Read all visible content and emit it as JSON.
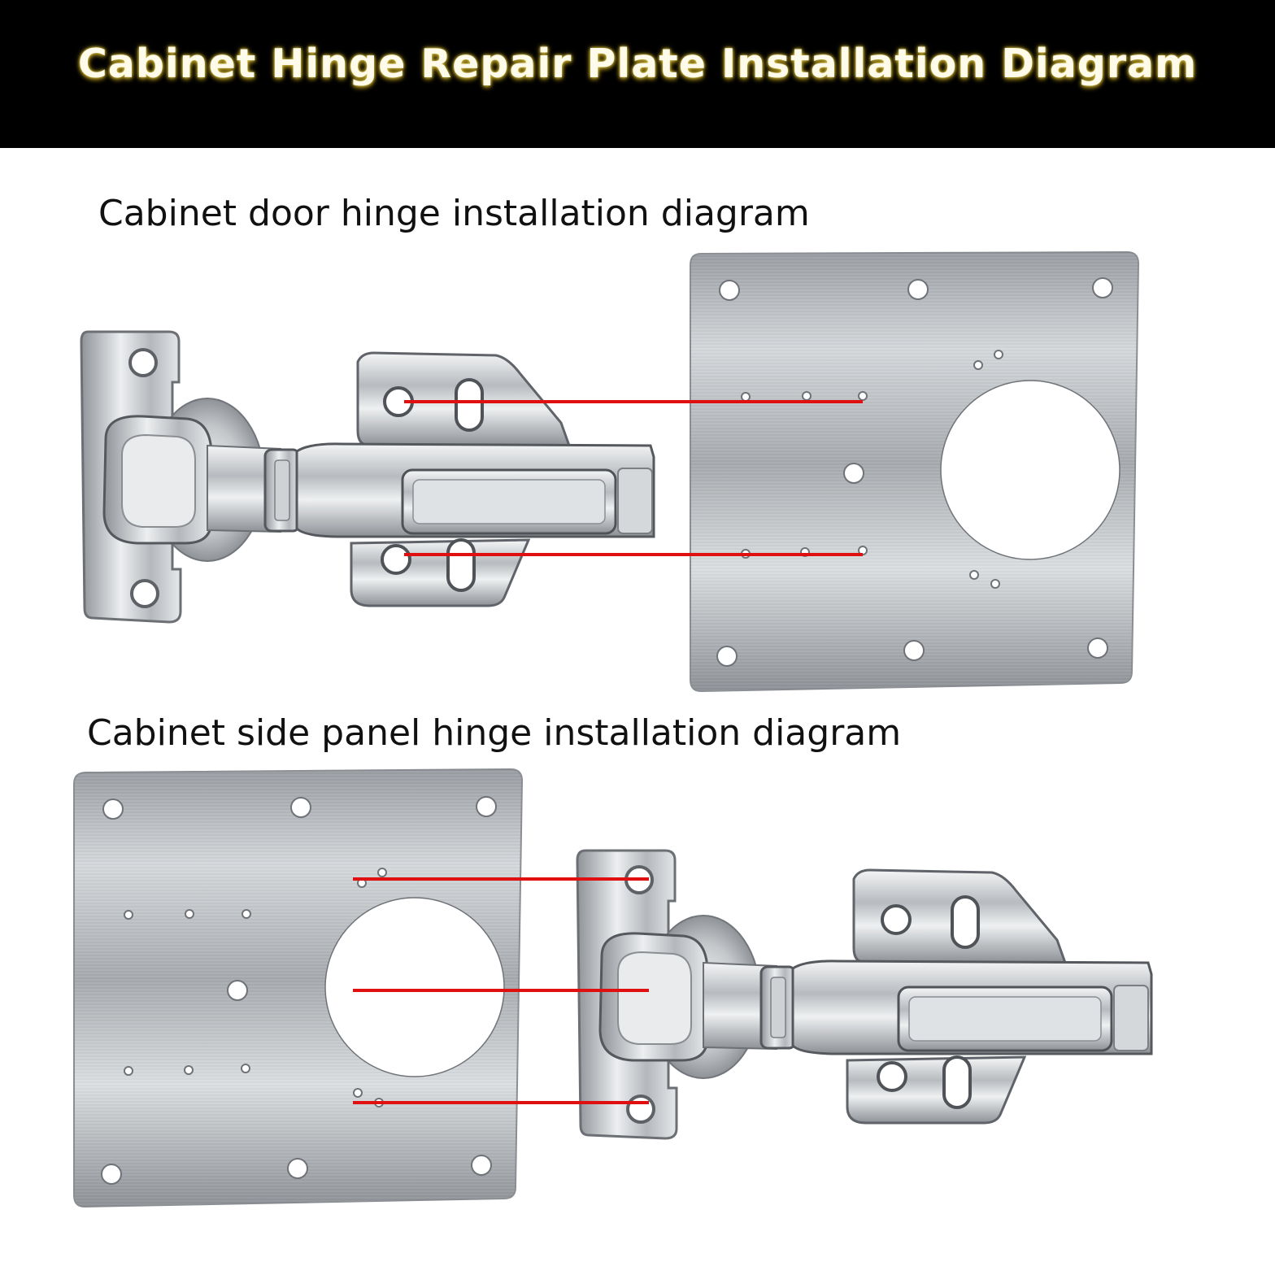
{
  "header": {
    "title": "Cabinet Hinge Repair Plate Installation Diagram"
  },
  "sections": [
    {
      "title": "Cabinet door hinge installation diagram"
    },
    {
      "title": "Cabinet side panel hinge installation diagram"
    }
  ],
  "colors": {
    "banner_background": "#000000",
    "title_text": "#fffbea",
    "title_glow": "#d9c040",
    "indicator_line": "#e01010",
    "plate_steel": "#b9bcbf",
    "hinge_steel": "#c8cbcf"
  }
}
